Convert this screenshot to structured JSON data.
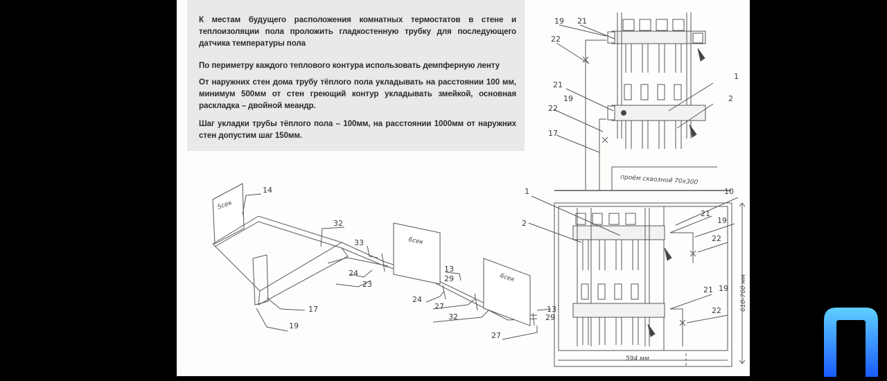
{
  "document": {
    "paragraphs": [
      "К местам будущего расположения комнатных термостатов в стене и теплоизоляции пола проложить гладкостенную трубку для последующего датчика температуры пола",
      "По периметру каждого теплового контура использовать демпферную ленту",
      "От наружних стен дома трубу тёплого пола укладывать на расстоянии 100 мм, минимум 500мм от стен греющий контур укладывать змейкой, основная раскладка – двойной меандр.",
      "Шаг укладки трубы тёплого пола – 100мм, на расстоянии 1000мм от наружних стен допустим шаг 150мм."
    ]
  },
  "drawing": {
    "top_manifold_labels": {
      "l19": "19",
      "l21": "21",
      "l22a": "22",
      "l1": "1",
      "l21b": "21",
      "l19b": "19",
      "l2": "2",
      "l22b": "22",
      "l17": "17"
    },
    "opening_note": "проём сквозной 70х300",
    "cabinet_labels": {
      "l1": "1",
      "l10": "10",
      "l2": "2",
      "l21a": "21",
      "l19a": "19",
      "l22a": "22",
      "l21b": "21",
      "l19b": "19",
      "l22b": "22"
    },
    "cabinet_height": "610-760 мм",
    "cabinet_width": "594 мм",
    "floor_labels": {
      "l14": "14",
      "l32a": "32",
      "l33": "33",
      "l24a": "24",
      "l23": "23",
      "l13a": "13",
      "l29a": "29",
      "l24b": "24",
      "l27a": "27",
      "l32b": "32",
      "l13b": "13",
      "l29b": "29",
      "l27b": "27",
      "l17": "17",
      "l19": "19"
    },
    "panel_notes": {
      "p1": "5сек",
      "p2": "6сек",
      "p3": "6сек"
    }
  },
  "logo": {
    "color_top": "#5fd0ff",
    "color_bottom": "#1a5cff",
    "icon": "brand-logo-icon"
  }
}
